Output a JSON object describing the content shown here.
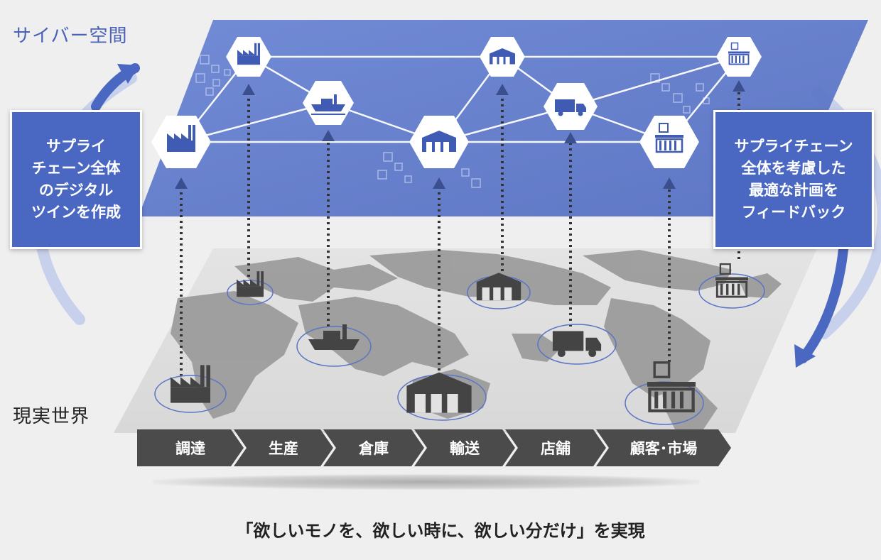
{
  "labels": {
    "cyber_space": "サイバー空間",
    "real_world": "現実世界"
  },
  "callouts": {
    "left": "サプライ\nチェーン全体\nのデジタル\nツインを作成",
    "right": "サプライチェーン\n全体を考慮した\n最適な計画を\nフィードバック"
  },
  "steps": [
    "調達",
    "生産",
    "倉庫",
    "輸送",
    "店舗",
    "顧客･市場"
  ],
  "bottom_text": "「欲しいモノを、欲しい時に、欲しい分だけ」を実現",
  "colors": {
    "cyber_plane": "#5f79c9",
    "callout": "#4a67c2",
    "map_land": "#9a9a9a",
    "step_arrow": "#4b4b4b",
    "icon_real": "#444444",
    "icon_cyber": "#3f5bb3"
  },
  "nodes": [
    {
      "name": "factory-1",
      "icon": "factory-icon"
    },
    {
      "name": "factory-2",
      "icon": "factory-icon"
    },
    {
      "name": "ship",
      "icon": "ship-icon"
    },
    {
      "name": "warehouse-1",
      "icon": "warehouse-icon"
    },
    {
      "name": "warehouse-2",
      "icon": "warehouse-icon"
    },
    {
      "name": "truck",
      "icon": "truck-icon"
    },
    {
      "name": "store-1",
      "icon": "store-icon"
    },
    {
      "name": "store-2",
      "icon": "store-icon"
    }
  ]
}
